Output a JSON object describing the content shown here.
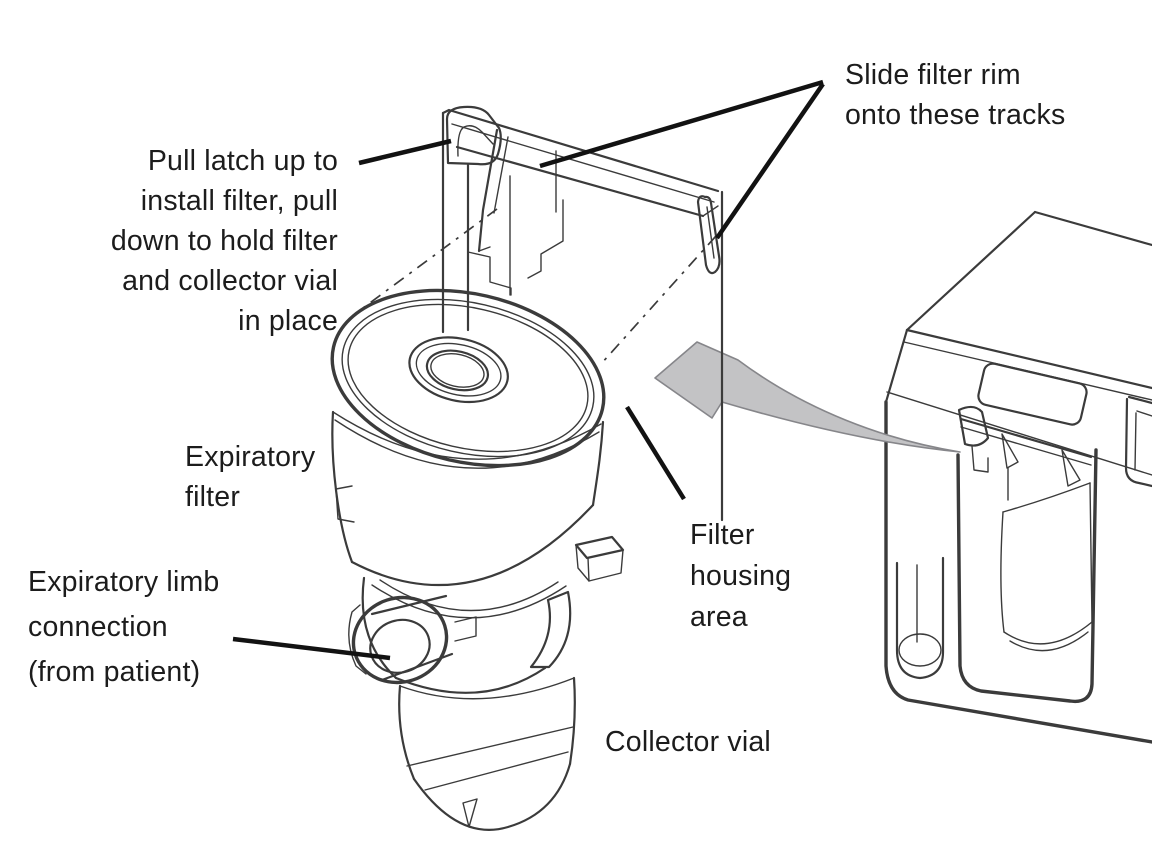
{
  "figure": {
    "background": "#ffffff",
    "line_color": "#3b3b3b",
    "leader_color": "#121212",
    "text_color": "#1c1c1c",
    "arrow_fill": "#c3c3c5",
    "arrow_stroke": "#86868a"
  },
  "labels": {
    "slide_filter_rim": {
      "lines": [
        "Slide filter rim",
        "onto these tracks"
      ]
    },
    "pull_latch": {
      "lines": [
        "Pull latch up to",
        "install filter, pull",
        "down to hold filter",
        "and collector vial",
        "in place"
      ]
    },
    "expiratory_filter": {
      "lines": [
        "Expiratory",
        "filter"
      ]
    },
    "expiratory_limb": {
      "lines": [
        "Expiratory limb",
        "connection",
        "(from patient)"
      ]
    },
    "filter_housing": {
      "lines": [
        "Filter",
        "housing",
        "area"
      ]
    },
    "collector_vial": {
      "lines": [
        "Collector vial"
      ]
    }
  }
}
